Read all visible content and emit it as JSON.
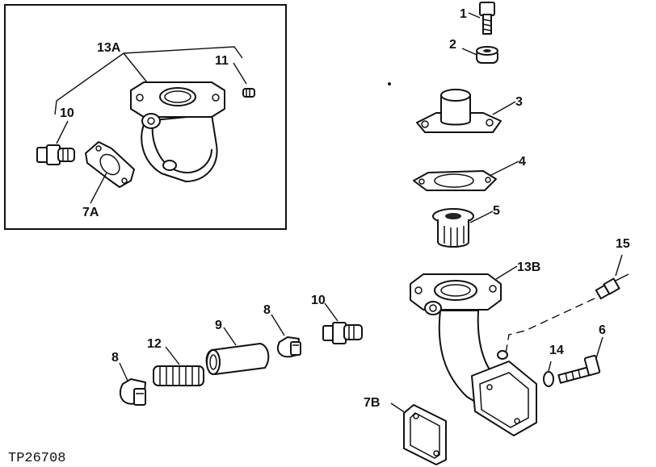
{
  "figure_id": "TP26708",
  "inset": {
    "labels": {
      "part_13a": "13A",
      "part_11": "11",
      "part_10": "10",
      "part_7a": "7A"
    }
  },
  "main": {
    "labels": {
      "part_1": "1",
      "part_2": "2",
      "part_3": "3",
      "part_4": "4",
      "part_5": "5",
      "part_15": "15",
      "part_13b": "13B",
      "part_10": "10",
      "part_9": "9",
      "part_8_right": "8",
      "part_8_left": "8",
      "part_12": "12",
      "part_14": "14",
      "part_6": "6",
      "part_7b": "7B"
    }
  }
}
